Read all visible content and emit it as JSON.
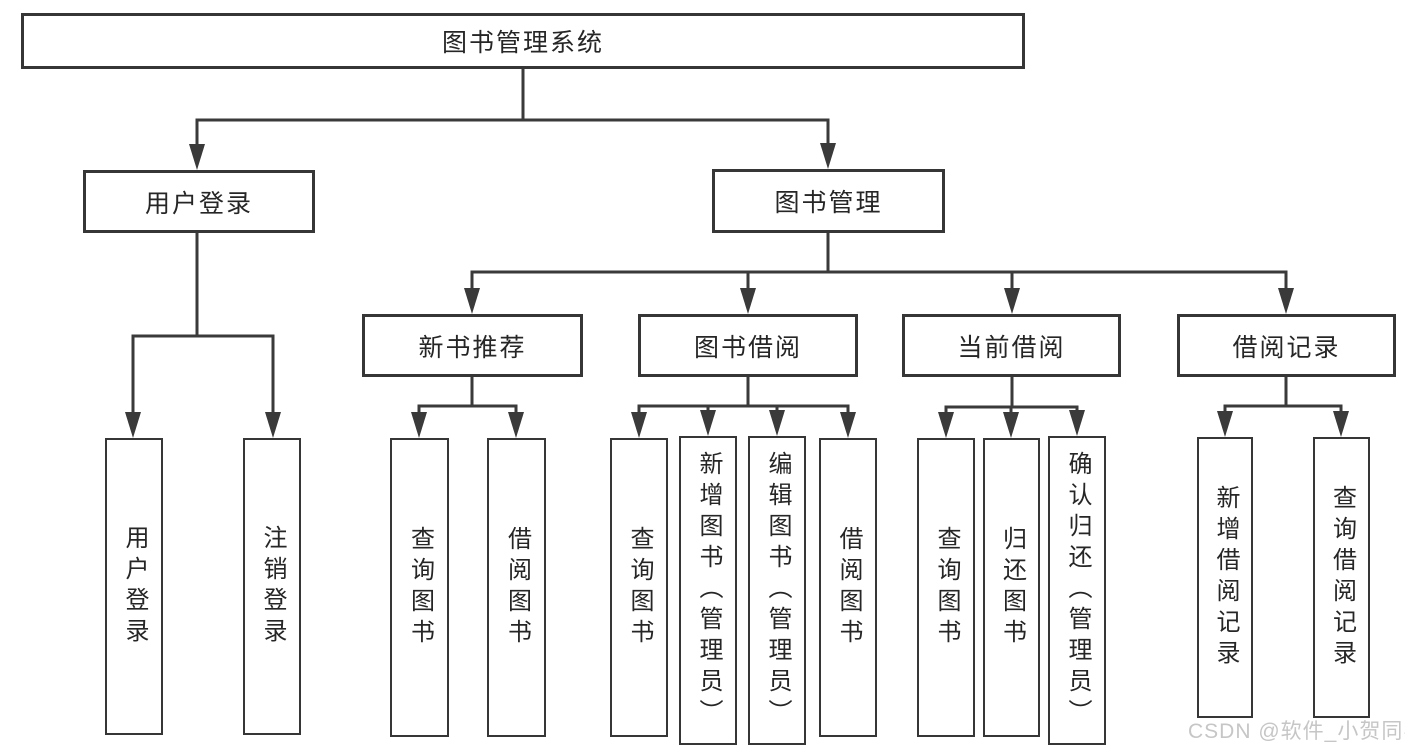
{
  "diagram": {
    "root": {
      "label": "图书管理系统"
    },
    "branches": [
      {
        "label": "用户登录",
        "children": [
          {
            "label": "用户登录"
          },
          {
            "label": "注销登录"
          }
        ]
      },
      {
        "label": "图书管理",
        "children": [
          {
            "label": "新书推荐",
            "children": [
              {
                "label": "查询图书"
              },
              {
                "label": "借阅图书"
              }
            ]
          },
          {
            "label": "图书借阅",
            "children": [
              {
                "label": "查询图书"
              },
              {
                "label": "新增图书（管理员）"
              },
              {
                "label": "编辑图书（管理员）"
              },
              {
                "label": "借阅图书"
              }
            ]
          },
          {
            "label": "当前借阅",
            "children": [
              {
                "label": "查询图书"
              },
              {
                "label": "归还图书"
              },
              {
                "label": "确认归还（管理员）"
              }
            ]
          },
          {
            "label": "借阅记录",
            "children": [
              {
                "label": "新增借阅记录"
              },
              {
                "label": "查询借阅记录"
              }
            ]
          }
        ]
      }
    ]
  },
  "watermark": {
    "text": "CSDN @软件_小贺同学"
  },
  "colors": {
    "line": "#3a3a3a",
    "box_border": "#363636",
    "text": "#262626",
    "watermark": "#c6c6c6",
    "background": "#ffffff"
  }
}
